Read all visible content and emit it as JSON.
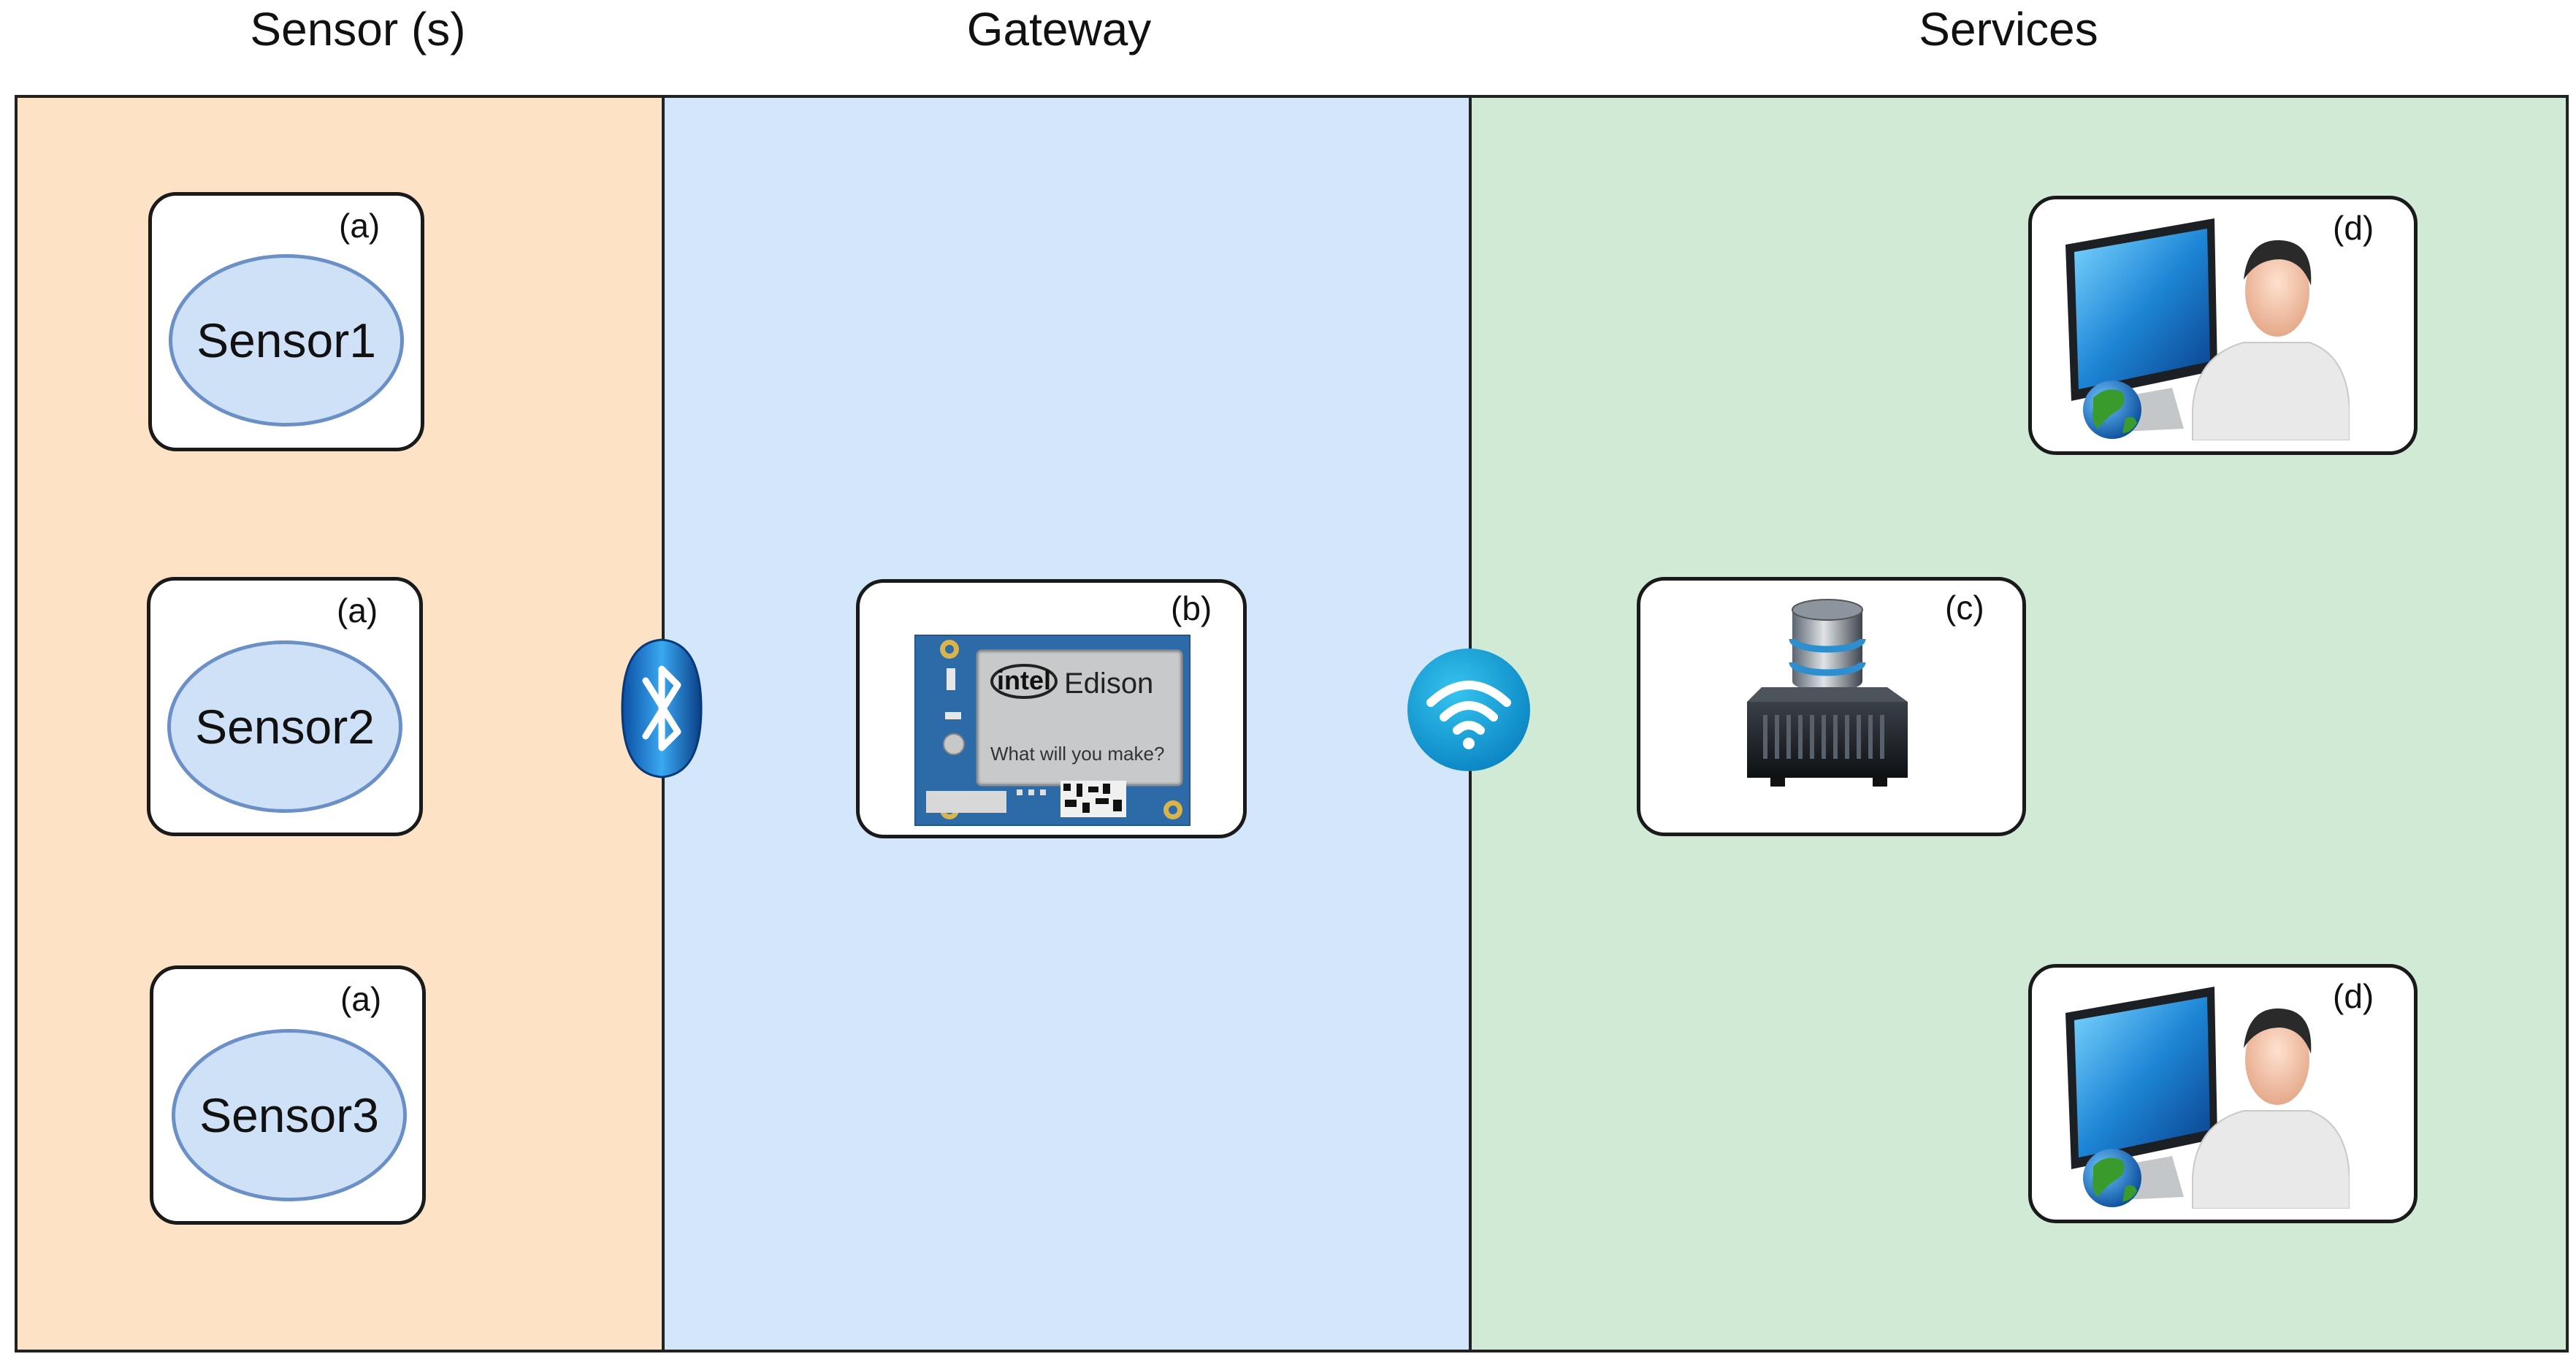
{
  "colors": {
    "sensors_bg": "#fde2c6",
    "gateway_bg": "#d4e6fa",
    "services_bg": "#d1ead6",
    "ellipse_fill": "#cfe1f7",
    "ellipse_stroke": "#6b8fc7"
  },
  "sections": {
    "sensors": "Sensor (s)",
    "gateway": "Gateway",
    "services": "Services"
  },
  "sensors": [
    {
      "label": "Sensor1",
      "tag": "(a)"
    },
    {
      "label": "Sensor2",
      "tag": "(a)"
    },
    {
      "label": "Sensor3",
      "tag": "(a)"
    }
  ],
  "gateway": {
    "tag": "(b)",
    "board": {
      "brand": "intel",
      "product": "Edison",
      "slogan": "What will you make?"
    }
  },
  "services": {
    "server_tag": "(c)",
    "client_tags": [
      "(d)",
      "(d)"
    ]
  },
  "icons": {
    "link_1": "bluetooth-icon",
    "link_2": "wifi-icon",
    "server": "database-server-icon",
    "client": "web-user-icon"
  }
}
